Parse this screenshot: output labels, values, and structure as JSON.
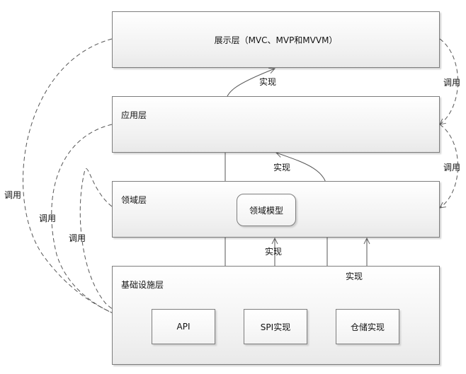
{
  "layers": {
    "presentation": "展示层（MVC、MVP和MVVM）",
    "application": "应用层",
    "domain": "领域层",
    "infrastructure": "基础设施层"
  },
  "components": {
    "domain_model": "领域模型",
    "api": "API",
    "spi_impl": "SPI实现",
    "repo_impl": "仓储实现"
  },
  "edge_labels": {
    "implements": "实现",
    "calls": "调用"
  }
}
